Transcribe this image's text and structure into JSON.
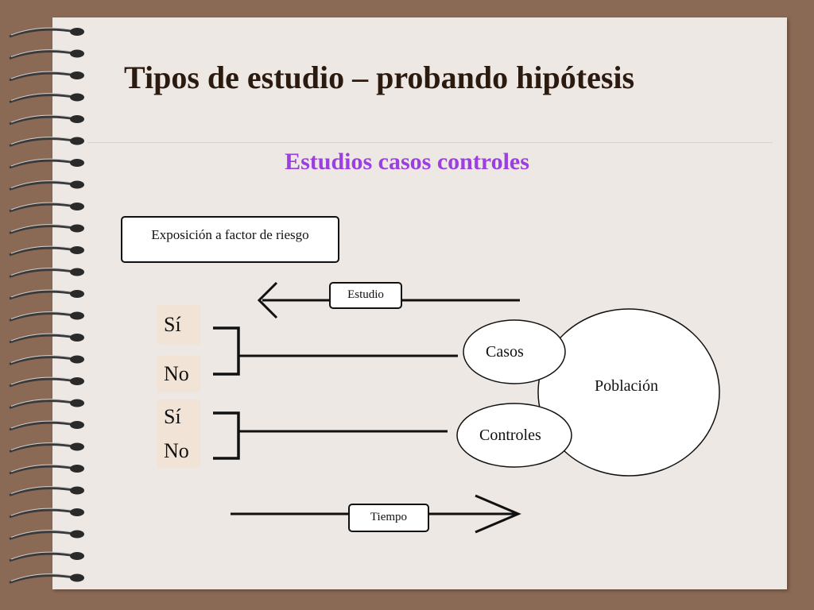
{
  "slide": {
    "title": "Tipos de estudio – probando hipótesis",
    "subtitle": "Estudios casos controles"
  },
  "diagram": {
    "exposure_label": "Exposición a factor de riesgo",
    "study_label": "Estudio",
    "time_label": "Tiempo",
    "group1": {
      "yes": "Sí",
      "no": "No"
    },
    "group2": {
      "yes": "Sí",
      "no": "No"
    },
    "cases_label": "Casos",
    "controls_label": "Controles",
    "population_label": "Población"
  },
  "colors": {
    "subtitle": "#9b3fe0",
    "background": "#8b6a55",
    "page": "#ede8e3"
  },
  "icons": [
    "spiral-binding-icon",
    "arrow-left-icon",
    "arrow-right-icon"
  ]
}
